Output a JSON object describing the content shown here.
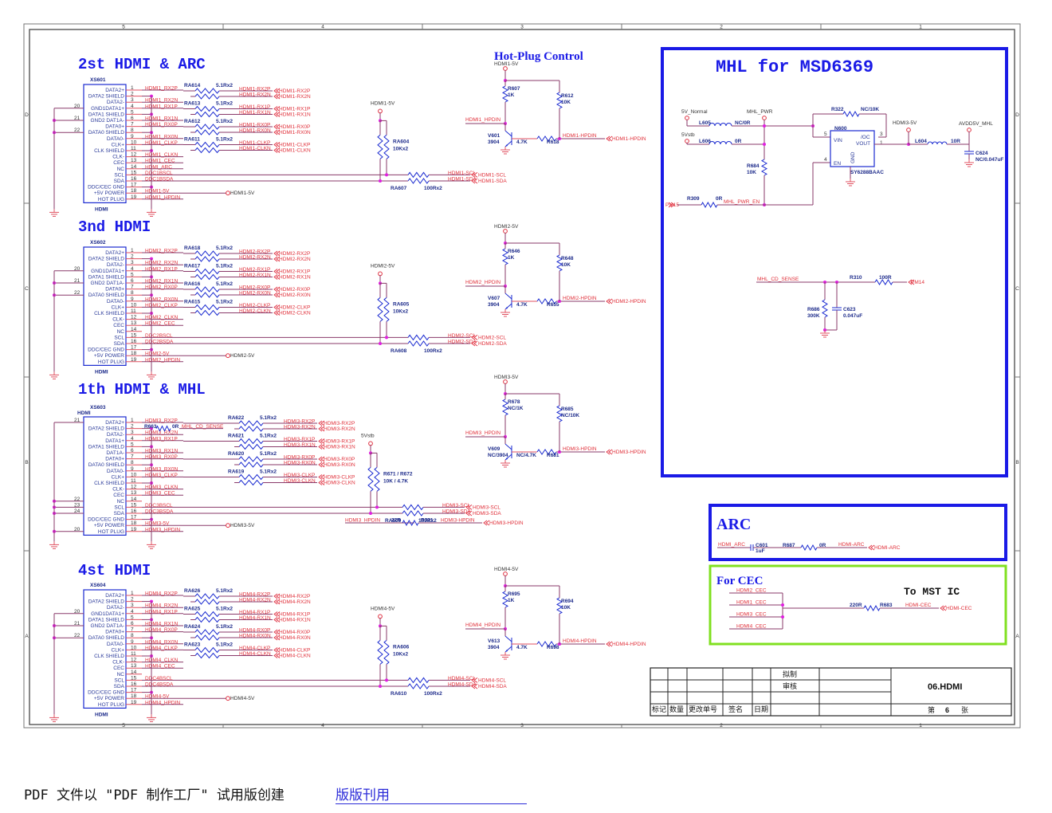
{
  "sheet": {
    "column_markers": [
      "5",
      "4",
      "3",
      "2",
      "1"
    ],
    "row_markers": [
      "D",
      "C",
      "B",
      "A"
    ]
  },
  "sections": [
    {
      "title": "2st HDMI & ARC",
      "connector": "XS601",
      "connector_type": "HDMI",
      "prefix": "HDMI1",
      "pin_labels": [
        "DATA2+",
        "DATA2 SHIELD",
        "DATA2-",
        "GND1DATA1+",
        "DATA1 SHIELD",
        "GND2 DAT1A-",
        "DATA0+",
        "DATA0 SHIELD",
        "DATA0-",
        "CLK+",
        "CLK SHIELD",
        "CLK-",
        "CEC",
        "NC",
        "SCL",
        "SDA",
        "DDC/CEC GND",
        "+5V POWER",
        "HOT PLUG"
      ],
      "gnd_pins": [
        "20",
        "21",
        "22"
      ],
      "pin_nets": [
        "HDMI1_RX2P",
        "",
        "HDMI1_RX2N",
        "HDMI1_RX1P",
        "",
        "HDMI1_RX1N",
        "HDMI1_RX0P",
        "",
        "HDMI1_RX0N",
        "HDMI1_CLKP",
        "",
        "HDMI1_CLKN",
        "HDMI1_CEC",
        "HDMI_ARC",
        "DDC1BSCL",
        "DDC1BSDA",
        "",
        "HDMI1-5V",
        "HDMI1_HPDIN"
      ],
      "res_arrays": [
        {
          "ref": "RA614",
          "value": "5.1Rx2"
        },
        {
          "ref": "RA613",
          "value": "5.1Rx2"
        },
        {
          "ref": "RA612",
          "value": "5.1Rx2"
        },
        {
          "ref": "RA611",
          "value": "5.1Rx2"
        }
      ],
      "out_nets": [
        "HDMI1-RX2P",
        "HDMI1-RX2N",
        "HDMI1-RX1P",
        "HDMI1-RX1N",
        "HDMI1-RX0P",
        "HDMI1-RX0N",
        "HDMI1-CLKP",
        "HDMI1-CLKN"
      ],
      "power_port": "HDMI1-5V",
      "ddc": {
        "pullup_ref": "RA604",
        "pullup_value": "10Kx2",
        "pullup_rail": "HDMI1-5V",
        "series_ref": "RA607",
        "series_value": "100Rx2",
        "scl": "HDMI1-SCL",
        "sda": "HDMI1-SDA"
      },
      "hotplug": {
        "rail": "HDMI1-5V",
        "in_net": "HDMI1_HPDIN",
        "r_top": {
          "ref": "R607",
          "value": "1K"
        },
        "r_pull": {
          "ref": "R612",
          "value": "10K"
        },
        "transistor": {
          "ref": "V601",
          "value": "3904"
        },
        "r_base": {
          "ref": "R618",
          "value": "4.7K"
        },
        "out_net": "HDMI1-HPDIN"
      }
    },
    {
      "title": "3nd HDMI",
      "connector": "XS602",
      "connector_type": "HDMI",
      "prefix": "HDMI2",
      "pin_labels": [
        "DATA2+",
        "DATA2 SHIELD",
        "DATA2-",
        "GND1DATA1+",
        "DATA1 SHIELD",
        "GND2 DAT1A-",
        "DATA0+",
        "DATA0 SHIELD",
        "DATA0-",
        "CLK+",
        "CLK SHIELD",
        "CLK-",
        "CEC",
        "NC",
        "SCL",
        "SDA",
        "DDC/CEC GND",
        "+5V POWER",
        "HOT PLUG"
      ],
      "gnd_pins": [
        "20",
        "21",
        "22"
      ],
      "pin_nets": [
        "HDMI2_RX2P",
        "",
        "HDMI2_RX2N",
        "HDMI2_RX1P",
        "",
        "HDMI2_RX1N",
        "HDMI2_RX0P",
        "",
        "HDMI2_RX0N",
        "HDMI2_CLKP",
        "",
        "HDMI2_CLKN",
        "HDMI2_CEC",
        "",
        "DDC2BSCL",
        "DDC2BSDA",
        "",
        "HDMI2-5V",
        "HDMI2_HPDIN"
      ],
      "res_arrays": [
        {
          "ref": "RA618",
          "value": "5.1Rx2"
        },
        {
          "ref": "RA617",
          "value": "5.1Rx2"
        },
        {
          "ref": "RA616",
          "value": "5.1Rx2"
        },
        {
          "ref": "RA615",
          "value": "5.1Rx2"
        }
      ],
      "out_nets": [
        "HDMI2-RX2P",
        "HDMI2-RX2N",
        "HDMI2-RX1P",
        "HDMI2-RX1N",
        "HDMI2-RX0P",
        "HDMI2-RX0N",
        "HDMI2-CLKP",
        "HDMI2-CLKN"
      ],
      "power_port": "HDMI2-5V",
      "ddc": {
        "pullup_ref": "RA605",
        "pullup_value": "10Kx2",
        "pullup_rail": "HDMI2-5V",
        "series_ref": "RA608",
        "series_value": "100Rx2",
        "scl": "HDMI2-SCL",
        "sda": "HDMI2-SDA"
      },
      "hotplug": {
        "rail": "HDMI2-5V",
        "in_net": "HDMI2_HPDIN",
        "r_top": {
          "ref": "R646",
          "value": "1K"
        },
        "r_pull": {
          "ref": "R648",
          "value": "10K"
        },
        "transistor": {
          "ref": "V607",
          "value": "3904"
        },
        "r_base": {
          "ref": "R655",
          "value": "4.7K"
        },
        "out_net": "HDMI2-HPDIN"
      }
    },
    {
      "title": "1th HDMI & MHL",
      "connector": "XS603",
      "connector_type": "HDMI",
      "prefix": "HDMI3",
      "pin_labels": [
        "DATA2+",
        "DATA2 SHIELD",
        "DATA2-",
        "DATA1+",
        "DATA1 SHIELD",
        "DAT1A-",
        "DATA0+",
        "DATA0 SHIELD",
        "DATA0-",
        "CLK+",
        "CLK SHIELD",
        "CLK-",
        "CEC",
        "NC",
        "SCL",
        "SDA",
        "DDC/CEC GND",
        "+5V POWER",
        "HOT PLUG"
      ],
      "gnd_pins": [
        "21",
        "22",
        "23",
        "24",
        "20"
      ],
      "pin_nets": [
        "HDMI3_RX2P",
        "",
        "HDMI3_RX2N",
        "HDMI3_RX1P",
        "",
        "HDMI3_RX1N",
        "HDMI3_RX0P",
        "",
        "HDMI3_RX0N",
        "HDMI3_CLKP",
        "",
        "HDMI3_CLKN",
        "HDMI3_CEC",
        "",
        "DDC3BSCL",
        "DDC3BSDA",
        "",
        "HDMI3-5V",
        "HDMI3_HPDIN"
      ],
      "mhl_sense": {
        "ref": "R663",
        "value": "0R",
        "net": "MHL_CD_SENSE"
      },
      "res_arrays": [
        {
          "ref": "RA622",
          "value": "5.1Rx2"
        },
        {
          "ref": "RA621",
          "value": "5.1Rx2"
        },
        {
          "ref": "RA620",
          "value": "5.1Rx2"
        },
        {
          "ref": "RA619",
          "value": "5.1Rx2"
        }
      ],
      "out_nets": [
        "HDMI3-RX2P",
        "HDMI3-RX2N",
        "HDMI3-RX1P",
        "HDMI3-RX1N",
        "HDMI3-RX0P",
        "HDMI3-RX0N",
        "HDMI3-CLKP",
        "HDMI3-CLKN"
      ],
      "power_port": "HDMI3-5V",
      "ddc": {
        "pullup_ref": "R671 / R672",
        "pullup_value": "10K / 4.7K",
        "pullup_rail": "5Vstb",
        "series_ref": "RA609",
        "series_value": "100Rx2",
        "scl": "HDMI3-SCL",
        "sda": "HDMI3-SDA"
      },
      "hotplug": {
        "rail": "HDMI3-5V",
        "in_net": "HDMI3_HPDIN",
        "r_top": {
          "ref": "R678",
          "value": "NC/1K"
        },
        "r_pull": {
          "ref": "R685",
          "value": "NC/10K"
        },
        "transistor": {
          "ref": "V609",
          "value": "NC/3904"
        },
        "r_base": {
          "ref": "R681",
          "value": "NC/4.7K"
        },
        "out_net": "HDMI3-HPDIN"
      },
      "hpd_bypass": {
        "in": "HDMI3_HPDIN",
        "ref": "R321",
        "value": "22R",
        "out": "HDMI3-HPDIN"
      }
    },
    {
      "title": "4st HDMI",
      "connector": "XS604",
      "connector_type": "HDMI",
      "prefix": "HDMI4",
      "pin_labels": [
        "DATA2+",
        "DATA2 SHIELD",
        "DATA2-",
        "GND1DATA1+",
        "DATA1 SHIELD",
        "GND2 DAT1A-",
        "DATA0+",
        "DATA0 SHIELD",
        "DATA0-",
        "CLK+",
        "CLK SHIELD",
        "CLK-",
        "CEC",
        "NC",
        "SCL",
        "SDA",
        "DDC/CEC GND",
        "+5V POWER",
        "HOT PLUG"
      ],
      "gnd_pins": [
        "20",
        "21",
        "22"
      ],
      "pin_nets": [
        "HDMI4_RX2P",
        "",
        "HDMI4_RX2N",
        "HDMI4_RX1P",
        "",
        "HDMI4_RX1N",
        "HDMI4_RX0P",
        "",
        "HDMI4_RX0N",
        "HDMI4_CLKP",
        "",
        "HDMI4_CLKN",
        "HDMI4_CEC",
        "",
        "DDC4BSCL",
        "DDC4BSDA",
        "",
        "HDMI4-5V",
        "HDMI4_HPDIN"
      ],
      "res_arrays": [
        {
          "ref": "RA626",
          "value": "5.1Rx2"
        },
        {
          "ref": "RA625",
          "value": "5.1Rx2"
        },
        {
          "ref": "RA624",
          "value": "5.1Rx2"
        },
        {
          "ref": "RA623",
          "value": "5.1Rx2"
        }
      ],
      "out_nets": [
        "HDMI4-RX2P",
        "HDMI4-RX2N",
        "HDMI4-RX1P",
        "HDMI4-RX1N",
        "HDMI4-RX0P",
        "HDMI4-RX0N",
        "HDMI4-CLKP",
        "HDMI4-CLKN"
      ],
      "power_port": "HDMI4-5V",
      "ddc": {
        "pullup_ref": "RA606",
        "pullup_value": "10Kx2",
        "pullup_rail": "HDMI4-5V",
        "series_ref": "RA610",
        "series_value": "100Rx2",
        "scl": "HDMI4-SCL",
        "sda": "HDMI4-SDA"
      },
      "hotplug": {
        "rail": "HDMI4-5V",
        "in_net": "HDMI4_HPDIN",
        "r_top": {
          "ref": "R695",
          "value": "1K"
        },
        "r_pull": {
          "ref": "R694",
          "value": "10K"
        },
        "transistor": {
          "ref": "V613",
          "value": "3904"
        },
        "r_base": {
          "ref": "R698",
          "value": "4.7K"
        },
        "out_net": "HDMI4-HPDIN"
      }
    }
  ],
  "hotplug_title": "Hot-Plug Control",
  "mhl": {
    "title": "MHL for MSD6369",
    "rails": {
      "normal": "5V_Normal",
      "stb": "5Vstb",
      "mhl_pwr": "MHL_PWR",
      "hdmi3": "HDMI3-5V",
      "avdd": "AVDD5V_MHL"
    },
    "l605": {
      "ref": "L605",
      "value": "NC/0R"
    },
    "l606": {
      "ref": "L606",
      "value": "0R"
    },
    "r322": {
      "ref": "R322",
      "value": "NC/10K"
    },
    "r684": {
      "ref": "R684",
      "value": "10K"
    },
    "r309": {
      "ref": "R309",
      "value": "0R"
    },
    "en_net": "MHL_PWR_EN",
    "pm15": "PM15",
    "ic": {
      "ref": "N600",
      "part": "SY6288BAAC",
      "pins": {
        "vin": "VIN",
        "oc": "/OC",
        "vout": "VOUT",
        "en": "EN",
        "gnd": "GND"
      },
      "pin_nums": {
        "vin": "5",
        "oc": "3",
        "vout": "1",
        "en": "4",
        "gnd": "2"
      }
    },
    "l604": {
      "ref": "L604",
      "value": "10R"
    },
    "c624": {
      "ref": "C624",
      "value": "NC/0.047uF"
    },
    "sense": {
      "net": "MHL_CD_SENSE",
      "r310": {
        "ref": "R310",
        "value": "100R"
      },
      "port": "PM14",
      "r686": {
        "ref": "R686",
        "value": "300K"
      },
      "c623": {
        "ref": "C623",
        "value": "0.047uF"
      }
    }
  },
  "arc": {
    "title": "ARC",
    "in_net": "HDMI_ARC",
    "cap": {
      "ref": "C601",
      "value": "1uF"
    },
    "res": {
      "ref": "R687",
      "value": "0R"
    },
    "out_net": "HDMI-ARC",
    "port": "HDMI-ARC"
  },
  "cec": {
    "title": "For CEC",
    "subtitle": "To MST IC",
    "inputs": [
      "HDMI2_CEC",
      "HDMI1_CEC",
      "HDMI3_CEC",
      "HDMI4_CEC"
    ],
    "res": {
      "ref": "R683",
      "value": "220R"
    },
    "out_net": "HDMI-CEC",
    "port": "HDMI-CEC"
  },
  "title_block": {
    "header_cols": [
      "标记",
      "数量",
      "更改单号",
      "签名",
      "日期"
    ],
    "drawn": "拟制",
    "checked": "审核",
    "drawing_title": "06.HDMI",
    "sheet_prefix": "第",
    "sheet_number": "6",
    "sheet_suffix": "张"
  },
  "footer": {
    "text": "PDF 文件以 \"PDF 制作工厂\" 试用版创建",
    "link": "版版刊用"
  }
}
